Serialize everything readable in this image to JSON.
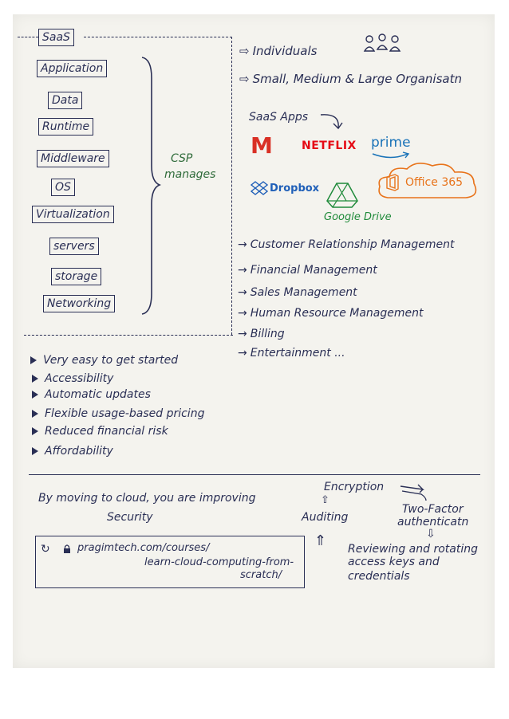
{
  "saas_label": "SaaS",
  "stack_layers": [
    "Application",
    "Data",
    "Runtime",
    "Middleware",
    "OS",
    "Virtualization",
    "servers",
    "storage",
    "Networking"
  ],
  "csp_label": [
    "CSP",
    "manages"
  ],
  "users": [
    "Individuals",
    "Small, Medium & Large Organisatn"
  ],
  "saas_apps_label": "SaaS Apps",
  "app_logos": {
    "gmail": "M",
    "netflix": "NETFLIX",
    "prime": "prime",
    "dropbox": "Dropbox",
    "google_drive": "Google Drive",
    "office": "Office 365"
  },
  "colors": {
    "ink": "#2a2f55",
    "gmail": "#d93025",
    "netflix": "#e50914",
    "prime": "#1a73b8",
    "dropbox": "#1f5fb8",
    "drive_green": "#1f8a3a",
    "office": "#e8731a",
    "csp_green": "#2f6b3a"
  },
  "use_cases": [
    "Customer Relationship Management",
    "Financial Management",
    "Sales Management",
    "Human Resource Management",
    "Billing",
    "Entertainment ..."
  ],
  "benefits": [
    "Very easy to get started",
    "Accessibility",
    "Automatic updates",
    "Flexible usage-based pricing",
    "Reduced financial risk",
    "Affordability"
  ],
  "security": {
    "statement": "By moving to cloud, you are improving",
    "statement_2": "Security",
    "encryption": "Encryption",
    "two_factor": [
      "Two-Factor",
      "authenticatn"
    ],
    "auditing": "Auditing",
    "reviewing": [
      "Reviewing and rotating",
      "access keys and",
      "credentials"
    ]
  },
  "url_box": {
    "line1": "pragimtech.com/courses/",
    "line2": "learn-cloud-computing-from-",
    "line3": "scratch/"
  }
}
